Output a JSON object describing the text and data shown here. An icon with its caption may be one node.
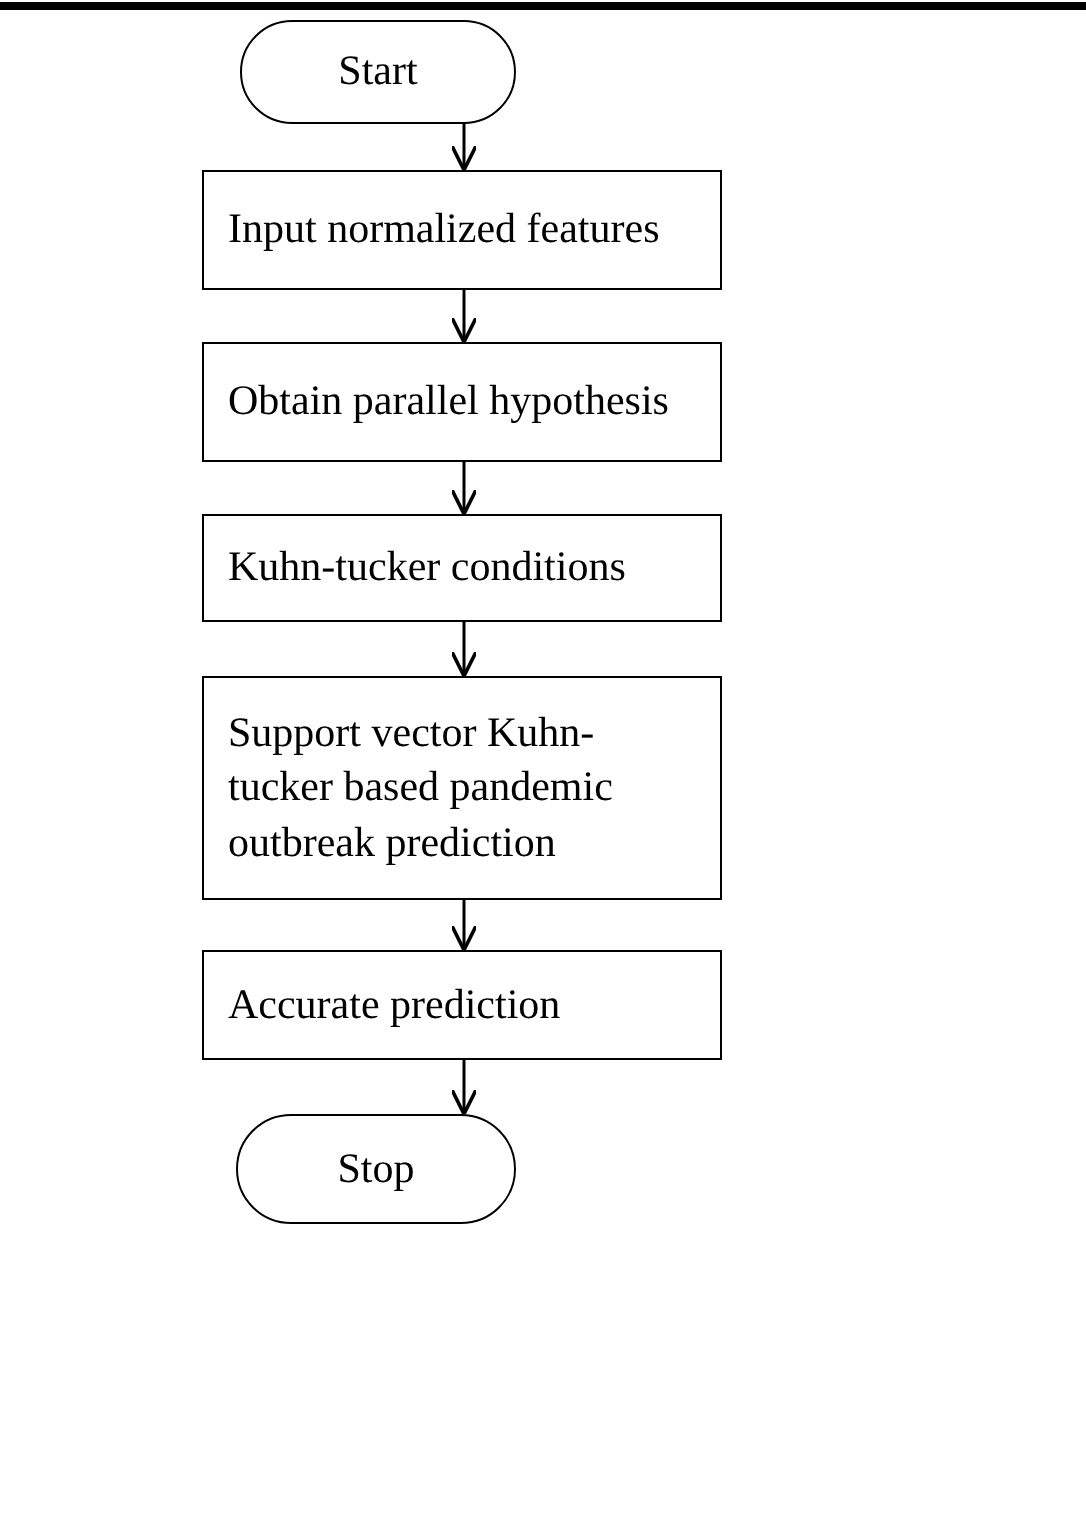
{
  "diagram": {
    "nodes": [
      {
        "text": [
          "Start"
        ]
      },
      {
        "text": [
          "Input normalized features"
        ]
      },
      {
        "text": [
          "Obtain parallel hypothesis"
        ]
      },
      {
        "text": [
          "Kuhn-tucker conditions"
        ]
      },
      {
        "text": [
          "Support vector Kuhn-tucker based pandemic outbreak prediction"
        ]
      },
      {
        "text": [
          "Accurate prediction"
        ]
      },
      {
        "text": [
          "Stop"
        ]
      }
    ],
    "edges": [
      {
        "from": 0,
        "to": 1,
        "arrow": "to"
      },
      {
        "from": 1,
        "to": 2,
        "arrow": "to"
      },
      {
        "from": 2,
        "to": 3,
        "arrow": "to"
      },
      {
        "from": 3,
        "to": 4,
        "arrow": "to"
      },
      {
        "from": 4,
        "to": 5,
        "arrow": "to"
      },
      {
        "from": 5,
        "to": 6,
        "arrow": "to"
      }
    ]
  }
}
